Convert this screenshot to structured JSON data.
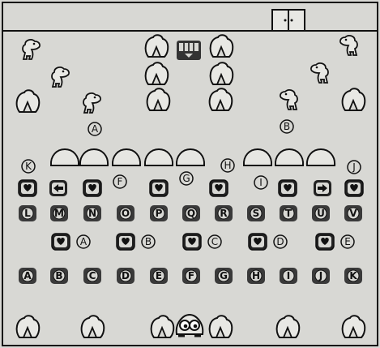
{
  "map": {
    "markers": {
      "left_dino": "A",
      "right_dino": "B"
    },
    "row_gap_markers": [
      "K",
      "F",
      "G",
      "H",
      "I",
      "J"
    ],
    "button_row_letters": [
      "L",
      "M",
      "N",
      "O",
      "P",
      "Q",
      "R",
      "S",
      "T",
      "U",
      "V"
    ],
    "heart_row_markers": [
      "A",
      "B",
      "C",
      "D",
      "E"
    ],
    "bottom_row_letters": [
      "A",
      "B",
      "C",
      "D",
      "E",
      "F",
      "G",
      "H",
      "I",
      "J",
      "K"
    ]
  },
  "icons": {
    "top_door": "double-door-icon",
    "top_chest": "treasure-chest-icon",
    "tree": "tree-icon",
    "dino": "dinosaur-enemy-icon",
    "mound": "mound-icon",
    "heart_block": "heart-block-icon",
    "arrow_left_block": "arrow-left-block-icon",
    "arrow_right_block": "arrow-right-block-icon",
    "player": "goggle-eyed-player-icon"
  },
  "colors": {
    "paper": "#d8d8d4",
    "ink": "#111111"
  }
}
